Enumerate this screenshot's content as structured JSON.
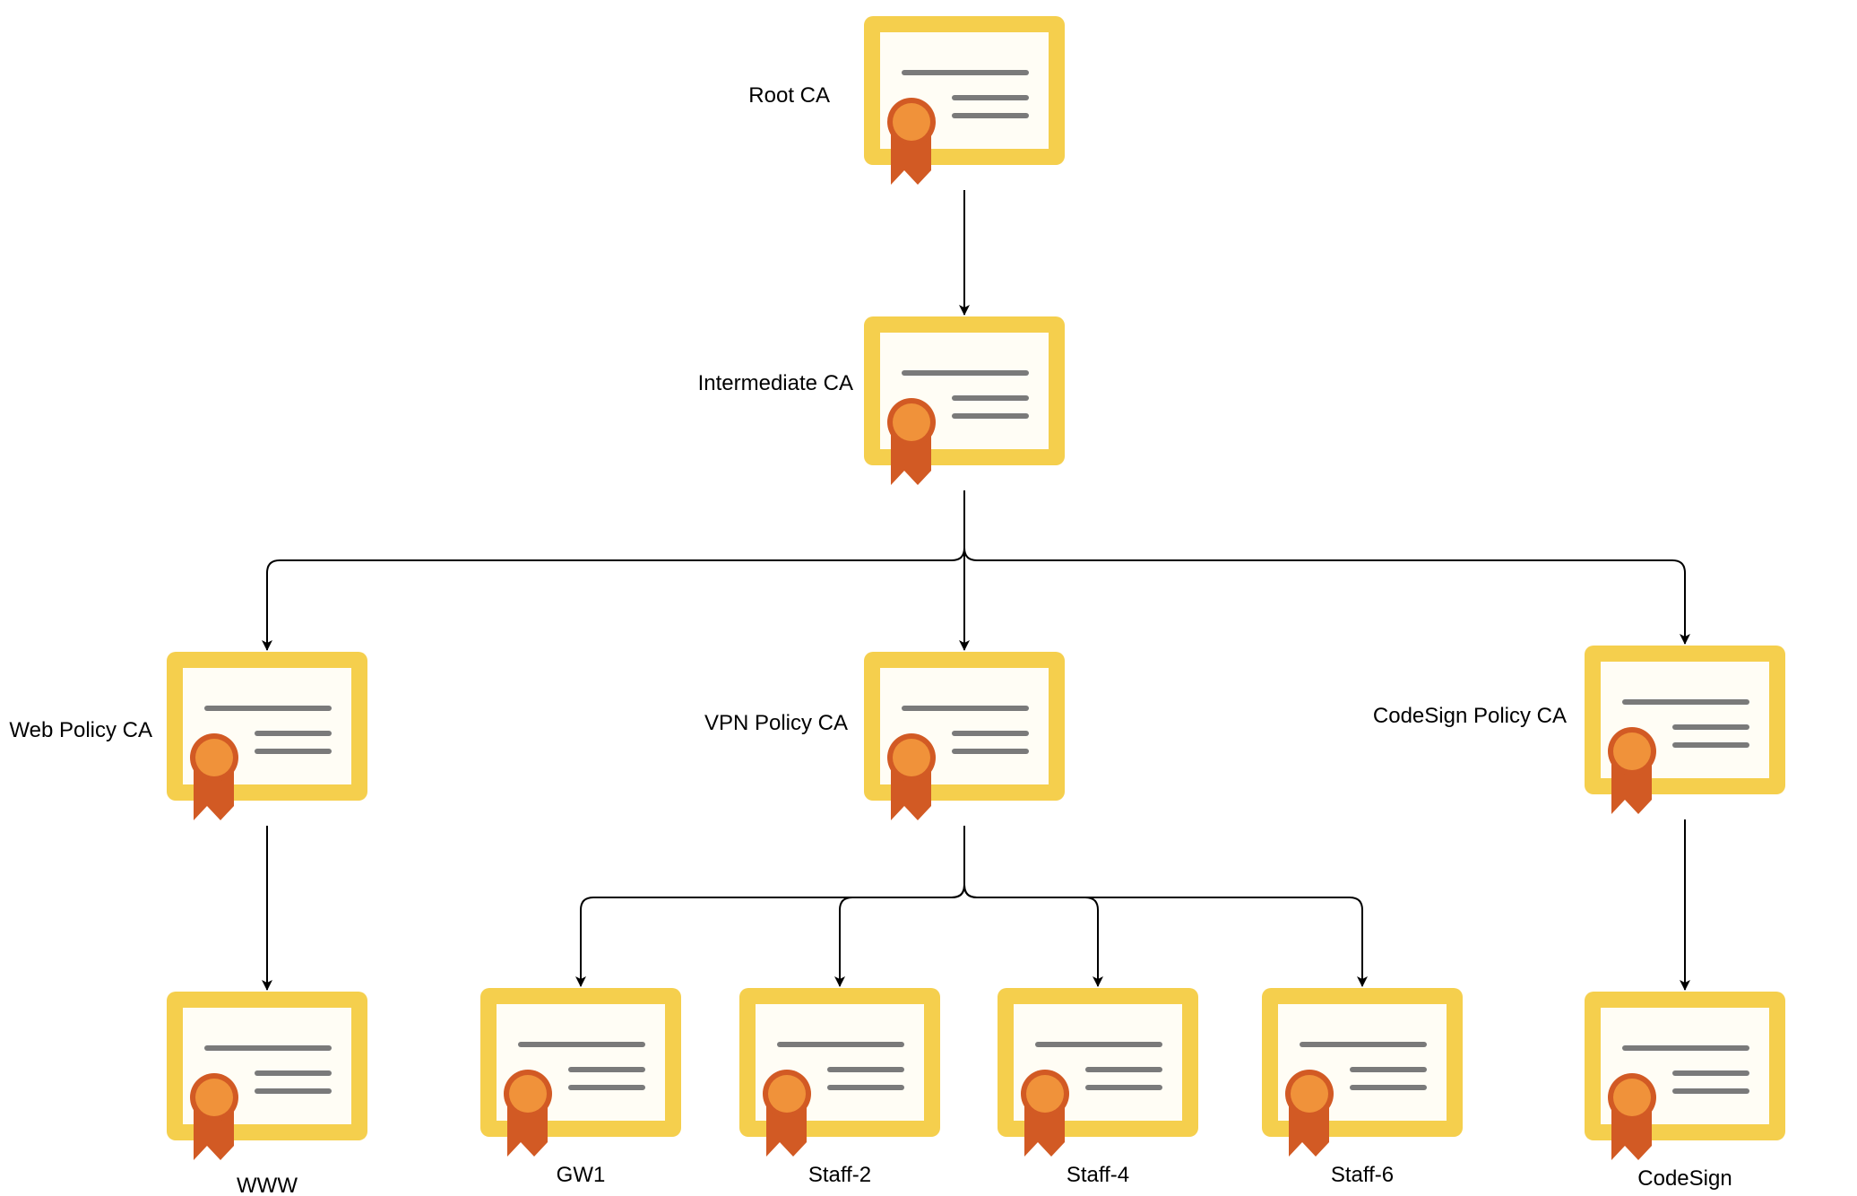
{
  "diagram": {
    "colors": {
      "frame": "#F5CF4D",
      "paper": "#FFFDF5",
      "line": "#7A7A7A",
      "medal": "#F0923A",
      "medal_ring": "#D25A24",
      "ribbon": "#D25A24",
      "edge": "#000000"
    },
    "nodes": [
      {
        "id": "root",
        "label": "Root CA",
        "icon": "certificate-icon"
      },
      {
        "id": "intermediate",
        "label": "Intermediate CA",
        "icon": "certificate-icon"
      },
      {
        "id": "web",
        "label": "Web Policy CA",
        "icon": "certificate-icon"
      },
      {
        "id": "vpn",
        "label": "VPN Policy CA",
        "icon": "certificate-icon"
      },
      {
        "id": "codesign_ca",
        "label": "CodeSign Policy CA",
        "icon": "certificate-icon"
      },
      {
        "id": "www",
        "label": "WWW",
        "icon": "certificate-icon"
      },
      {
        "id": "gw1",
        "label": "GW1",
        "icon": "certificate-icon"
      },
      {
        "id": "staff2",
        "label": "Staff-2",
        "icon": "certificate-icon"
      },
      {
        "id": "staff4",
        "label": "Staff-4",
        "icon": "certificate-icon"
      },
      {
        "id": "staff6",
        "label": "Staff-6",
        "icon": "certificate-icon"
      },
      {
        "id": "codesign",
        "label": "CodeSign",
        "icon": "certificate-icon"
      }
    ],
    "edges": [
      {
        "from": "root",
        "to": "intermediate"
      },
      {
        "from": "intermediate",
        "to": "web"
      },
      {
        "from": "intermediate",
        "to": "vpn"
      },
      {
        "from": "intermediate",
        "to": "codesign_ca"
      },
      {
        "from": "web",
        "to": "www"
      },
      {
        "from": "vpn",
        "to": "gw1"
      },
      {
        "from": "vpn",
        "to": "staff2"
      },
      {
        "from": "vpn",
        "to": "staff4"
      },
      {
        "from": "vpn",
        "to": "staff6"
      },
      {
        "from": "codesign_ca",
        "to": "codesign"
      }
    ]
  }
}
